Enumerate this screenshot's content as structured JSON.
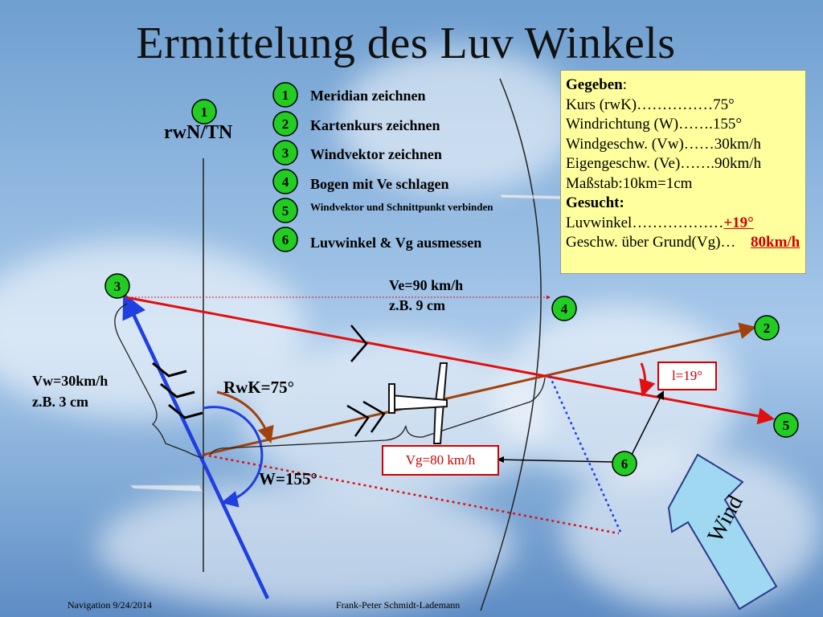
{
  "title": "Ermittelung des Luv Winkels",
  "north_label": "rwN/TN",
  "steps": [
    {
      "num": "1",
      "text": "Meridian zeichnen"
    },
    {
      "num": "2",
      "text": "Kartenkurs zeichnen"
    },
    {
      "num": "3",
      "text": "Windvektor zeichnen"
    },
    {
      "num": "4",
      "text": "Bogen mit Ve schlagen"
    },
    {
      "num": "5",
      "text": "Windvektor und Schnittpunkt verbinden"
    },
    {
      "num": "6",
      "text": "Luvwinkel & Vg ausmessen"
    }
  ],
  "given": {
    "heading_given": "Gegeben",
    "colon": ":",
    "rows": [
      "Kurs (rwK)……………75°",
      "Windrichtung (W)…….155°",
      "Windgeschw. (Vw)……30km/h",
      "Eigengeschw. (Ve)…….90km/h",
      "Maßstab:10km=1cm"
    ],
    "heading_sought": "Gesucht:",
    "luv_label": "Luvwinkel………………",
    "luv_result": "+19°",
    "vg_label": "Geschw. über Grund(Vg)…",
    "vg_result": "80km/h"
  },
  "labels": {
    "ve_line1": "Ve=90 km/h",
    "ve_line2": "z.B. 9 cm",
    "vw_line1": "Vw=30km/h",
    "vw_line2": "z.B. 3 cm",
    "rwk": "RwK=75°",
    "w": "W=155°",
    "l": "l=19°",
    "vg": "Vg=80 km/h",
    "wind": "Wind"
  },
  "markers": {
    "m1": "1",
    "m2": "2",
    "m3": "3",
    "m4": "4",
    "m5": "5",
    "m6": "6"
  },
  "footer": {
    "left": "Navigation 9/24/2014",
    "right": "Frank-Peter Schmidt-Lademann"
  },
  "colors": {
    "marker_green": "#22cc22",
    "course_brown": "#a0420c",
    "wind_blue": "#1f3fe0",
    "heading_red": "#e01010",
    "box_yellow": "#ffff9e",
    "wind_arrow": "#9fd8f0"
  }
}
